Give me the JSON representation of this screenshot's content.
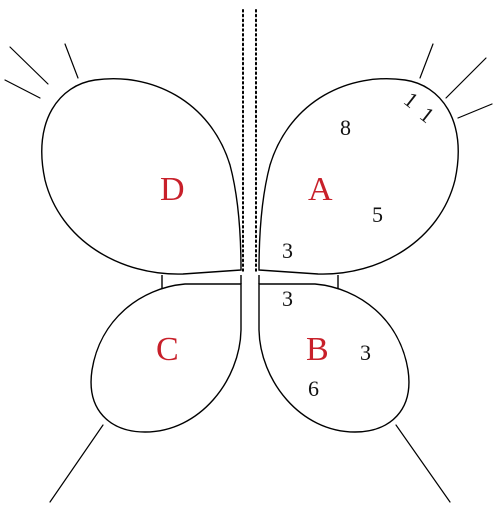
{
  "wings": {
    "A": {
      "label": "A",
      "numbers": [
        "8",
        "1",
        "1",
        "5",
        "3"
      ]
    },
    "B": {
      "label": "B",
      "numbers": [
        "3",
        "3",
        "6"
      ]
    },
    "C": {
      "label": "C",
      "numbers": []
    },
    "D": {
      "label": "D",
      "numbers": []
    }
  },
  "colors": {
    "letters": "#c8202a",
    "numbers": "#111111",
    "lines": "#000000"
  }
}
